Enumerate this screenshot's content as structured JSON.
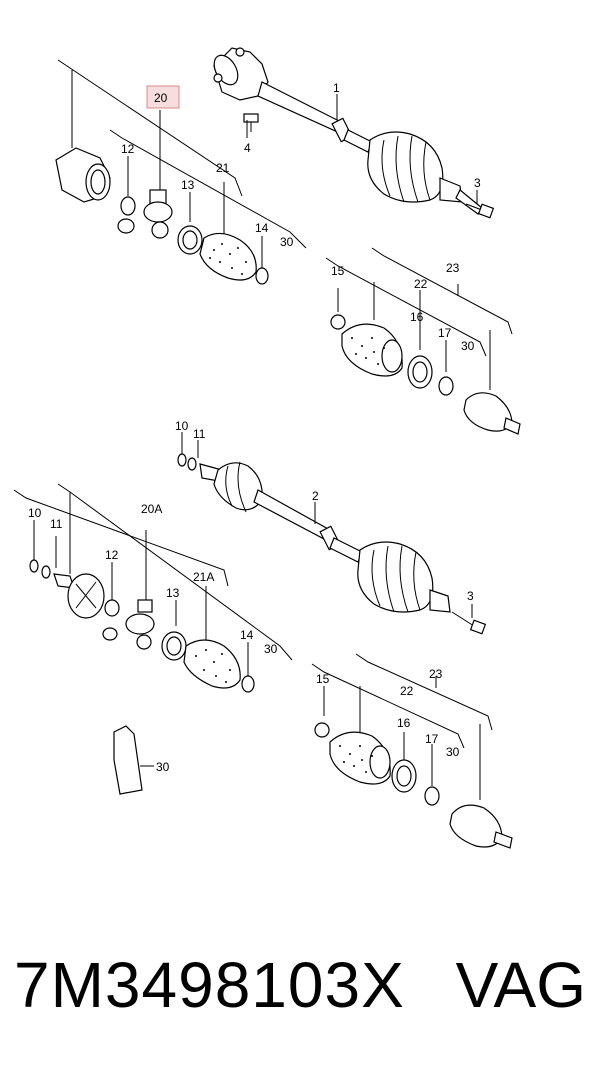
{
  "diagram": {
    "labels": {
      "l1": "1",
      "l2": "2",
      "l3a": "3",
      "l3b": "3",
      "l4": "4",
      "l10a": "10",
      "l11a": "11",
      "l10b": "10",
      "l11b": "11",
      "l12a": "12",
      "l12b": "12",
      "l13a": "13",
      "l13b": "13",
      "l14a": "14",
      "l14b": "14",
      "l15a": "15",
      "l15b": "15",
      "l16a": "16",
      "l16b": "16",
      "l17a": "17",
      "l17b": "17",
      "l20": "20",
      "l20A": "20A",
      "l21": "21",
      "l21A": "21A",
      "l22a": "22",
      "l22b": "22",
      "l23a": "23",
      "l23b": "23",
      "l30a": "30",
      "l30b": "30",
      "l30c": "30",
      "l30d": "30",
      "l30e": "30"
    }
  },
  "footer": {
    "part_number": "7M3498103X",
    "brand": "VAG"
  }
}
